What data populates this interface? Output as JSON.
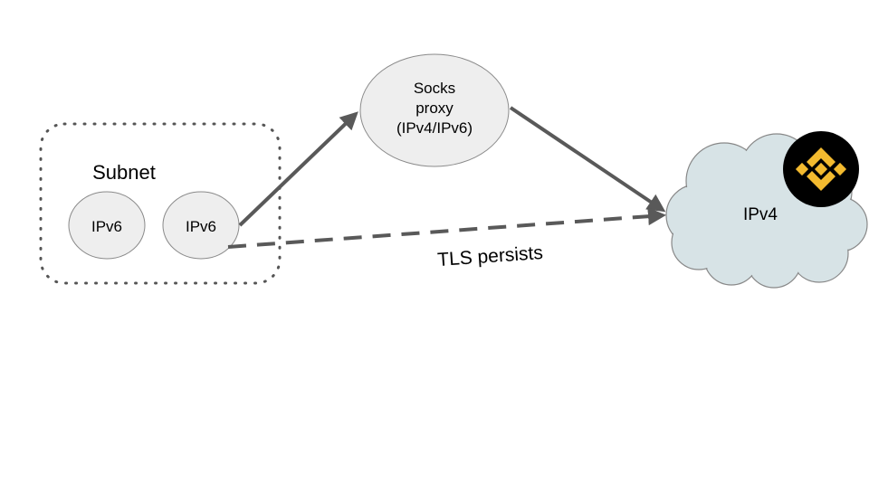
{
  "subnet": {
    "label": "Subnet",
    "nodes": [
      {
        "label": "IPv6"
      },
      {
        "label": "IPv6"
      }
    ]
  },
  "proxy": {
    "lines": [
      "Socks",
      "proxy",
      "(IPv4/IPv6)"
    ]
  },
  "cloud": {
    "label": "IPv4",
    "logo": "binance-logo-icon"
  },
  "edges": {
    "tls_label": "TLS persists"
  },
  "colors": {
    "node_fill": "#eeeeee",
    "node_stroke": "#8a8a8a",
    "cloud_fill": "#d7e3e6",
    "cloud_stroke": "#888888",
    "arrow": "#595959",
    "logo_bg": "#000000",
    "logo_fg": "#f3ba2f"
  }
}
